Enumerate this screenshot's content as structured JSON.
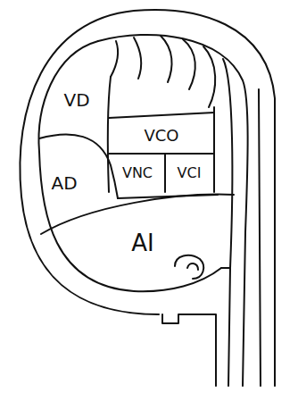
{
  "diagram": {
    "labels": [
      "VD",
      "AD",
      "VCO",
      "VNC",
      "VCI",
      "AI"
    ]
  }
}
